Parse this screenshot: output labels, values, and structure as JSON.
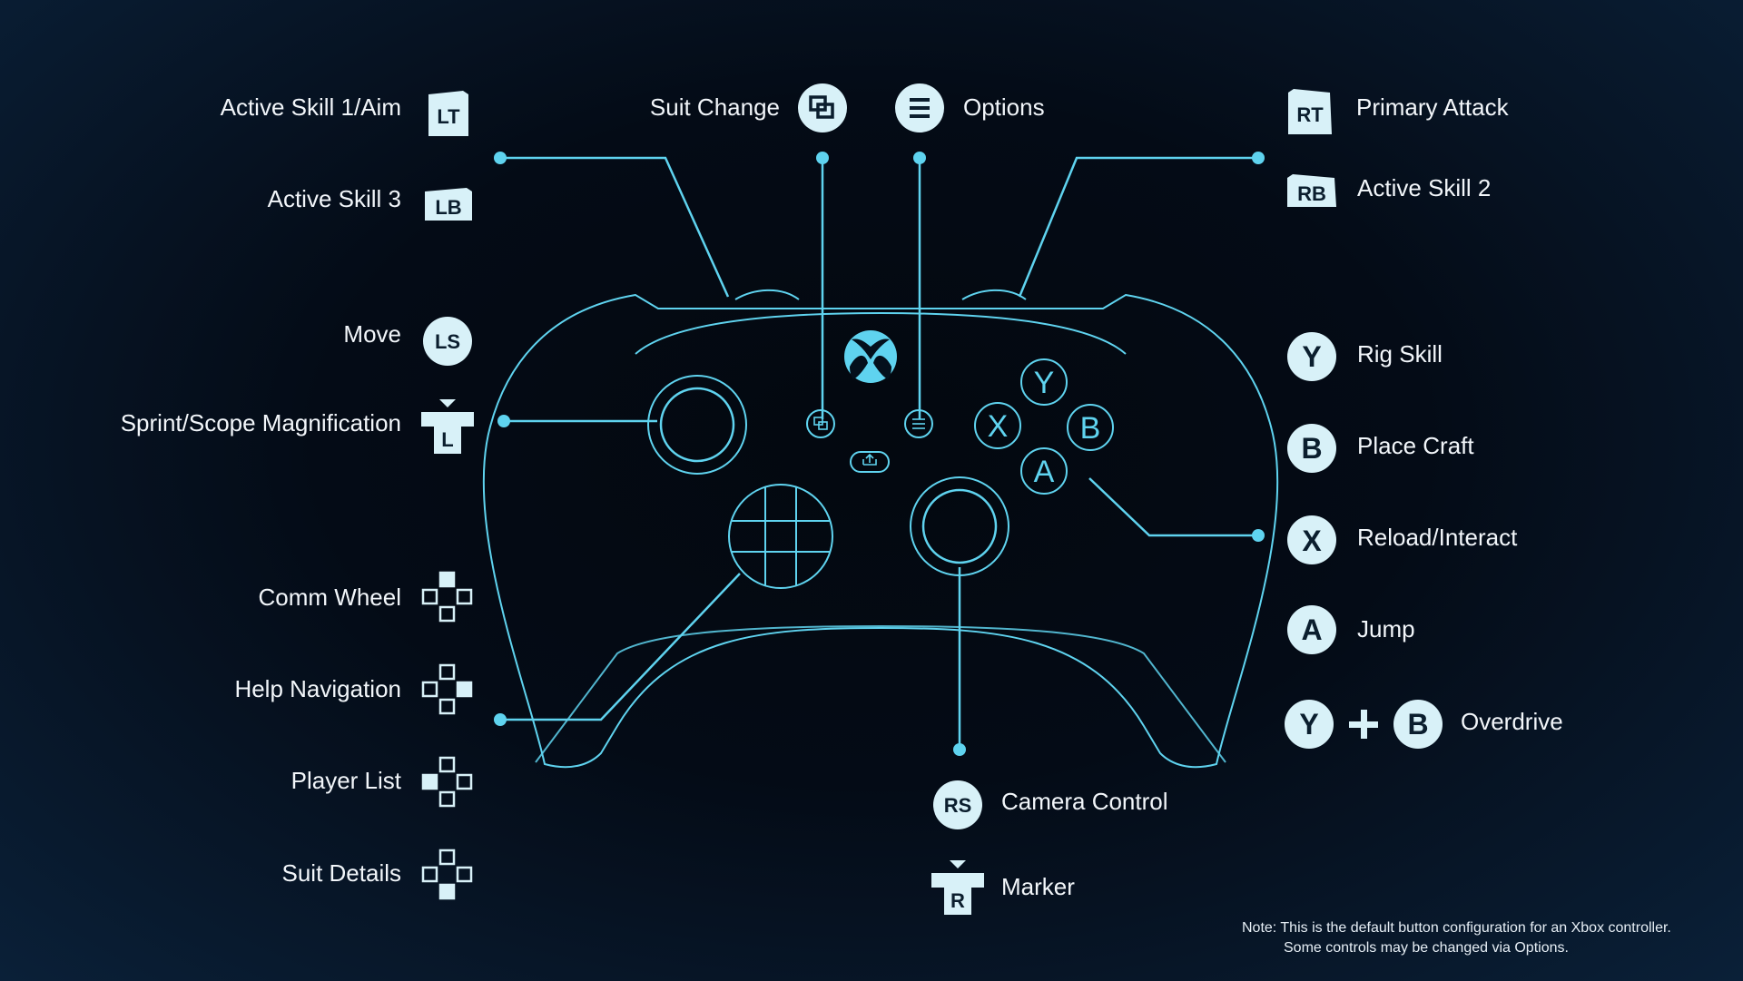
{
  "left": {
    "active_skill_1": "Active Skill 1/Aim",
    "active_skill_3": "Active Skill 3",
    "move": "Move",
    "sprint": "Sprint/Scope Magnification",
    "comm_wheel": "Comm Wheel",
    "help_navigation": "Help Navigation",
    "player_list": "Player List",
    "suit_details": "Suit Details"
  },
  "top": {
    "suit_change": "Suit Change",
    "options": "Options"
  },
  "right": {
    "primary_attack": "Primary Attack",
    "active_skill_2": "Active Skill 2",
    "rig_skill": "Rig Skill",
    "place_craft": "Place Craft",
    "reload_interact": "Reload/Interact",
    "jump": "Jump",
    "overdrive": "Overdrive"
  },
  "bottom": {
    "camera_control": "Camera Control",
    "marker": "Marker"
  },
  "button_glyphs": {
    "lt": "LT",
    "lb": "LB",
    "rt": "RT",
    "rb": "RB",
    "ls": "LS",
    "rs": "RS",
    "l_click": "L",
    "r_click": "R",
    "y": "Y",
    "b": "B",
    "x": "X",
    "a": "A"
  },
  "note": {
    "line1": "Note: This is the default button configuration for an Xbox controller.",
    "line2": "Some controls may be changed via Options."
  },
  "colors": {
    "line": "#5fd3ef",
    "icon_fill": "#d8f1f8",
    "icon_text": "#0b1e2e",
    "background_edge": "#0a2038"
  },
  "icons": [
    "xbox-logo-icon",
    "view-icon",
    "menu-icon",
    "share-icon",
    "dpad-icon",
    "plus-icon"
  ]
}
